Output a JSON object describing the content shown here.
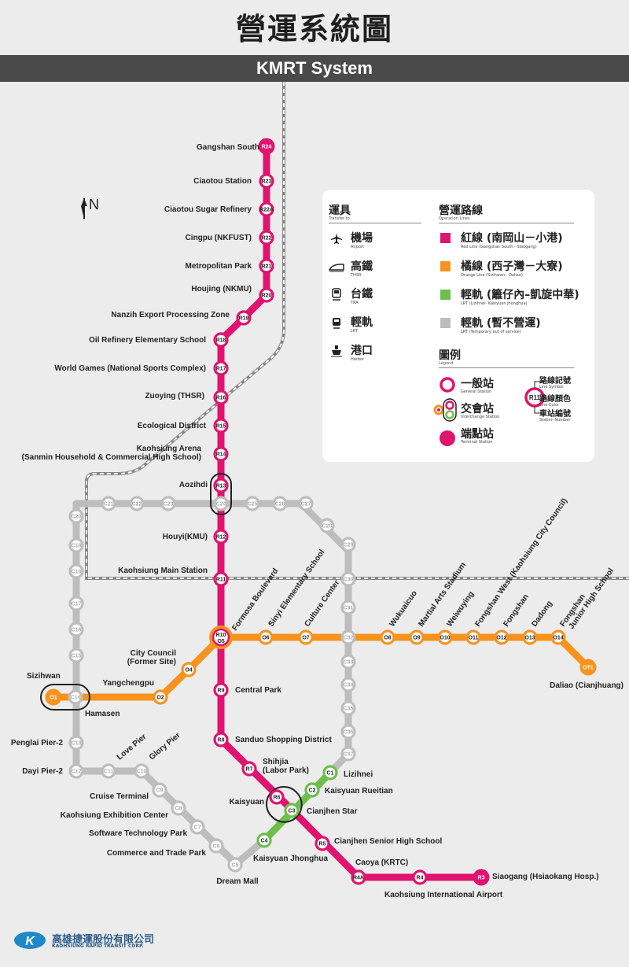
{
  "header": {
    "title": "營運系統圖",
    "subtitle": "KMRT System"
  },
  "north_label": "N",
  "colors": {
    "red": "#e0136f",
    "orange": "#f7931e",
    "green": "#6cc04a",
    "gray": "#bdbdbd",
    "bar": "#4a4a4a",
    "bg": "#ececec"
  },
  "icons": [
    "airport-icon",
    "thsr-icon",
    "tra-icon",
    "lrt-icon",
    "harbor-icon"
  ],
  "legend": {
    "transport_title": "運具",
    "transport_sub": "Transfer to",
    "lines_title": "營運路線",
    "lines_sub": "Operation Lines",
    "transport": [
      {
        "zh": "機場",
        "en": "Airport"
      },
      {
        "zh": "高鐵",
        "en": "THSR"
      },
      {
        "zh": "台鐵",
        "en": "TRA"
      },
      {
        "zh": "輕軌",
        "en": "LRT"
      },
      {
        "zh": "港口",
        "en": "Harbor"
      }
    ],
    "lines": [
      {
        "zh": "紅線 (南岡山－小港)",
        "en": "Red Line (Gangshan South - Siaogang)"
      },
      {
        "zh": "橘線 (西子灣－大寮)",
        "en": "Orange Line (Sizihwan - Daliao)"
      },
      {
        "zh": "輕軌 (籬仔內–凱旋中華)",
        "en": "LRT (Lizihnei- Kaisyuan Jhonghua)"
      },
      {
        "zh": "輕軌 (暫不營運)",
        "en": "LRT (Temporary out of service)"
      }
    ],
    "legend_title": "圖例",
    "legend_sub": "Legend",
    "symbols": [
      {
        "zh": "一般站",
        "en": "General Station"
      },
      {
        "zh": "交會站",
        "en": "Interchange Station"
      },
      {
        "zh": "端點站",
        "en": "Terminal Station"
      }
    ],
    "sample_station": "R11",
    "keys": [
      {
        "zh": "路線記號",
        "en": "Line Symbol"
      },
      {
        "zh": "路線顏色",
        "en": "Line Color"
      },
      {
        "zh": "車站編號",
        "en": "Station Number"
      }
    ]
  },
  "stations": {
    "red": [
      {
        "id": "R24",
        "name": "Gangshan South"
      },
      {
        "id": "R23",
        "name": "Ciaotou Station"
      },
      {
        "id": "R22A",
        "name": "Ciaotou Sugar Refinery"
      },
      {
        "id": "R22",
        "name": "Cingpu (NKFUST)"
      },
      {
        "id": "R21",
        "name": "Metropolitan Park"
      },
      {
        "id": "R20",
        "name": "Houjing (NKMU)"
      },
      {
        "id": "R19",
        "name": "Nanzih Export Processing Zone"
      },
      {
        "id": "R18",
        "name": "Oil Refinery Elementary School"
      },
      {
        "id": "R17",
        "name": "World Games (National Sports Complex)"
      },
      {
        "id": "R16",
        "name": "Zuoying (THSR)"
      },
      {
        "id": "R15",
        "name": "Ecological District"
      },
      {
        "id": "R14",
        "name": "Kaohsiung Arena",
        "name2": "(Sanmin Household & Commercial High School)"
      },
      {
        "id": "R13",
        "name": "Aozihdi"
      },
      {
        "id": "R12",
        "name": "Houyi(KMU)"
      },
      {
        "id": "R11",
        "name": "Kaohsiung Main Station"
      },
      {
        "id": "R10",
        "id2": "O5",
        "name": "Formosa Boulevard"
      },
      {
        "id": "R9",
        "name": "Central Park"
      },
      {
        "id": "R8",
        "name": "Sanduo Shopping District"
      },
      {
        "id": "R7",
        "name": "Shihjia",
        "name2": "(Labor Park)"
      },
      {
        "id": "R6",
        "name": "Kaisyuan"
      },
      {
        "id": "R5",
        "name": "Cianjhen Senior High School"
      },
      {
        "id": "R4A",
        "name": "Caoya (KRTC)"
      },
      {
        "id": "R4",
        "name": "Kaohsiung International Airport"
      },
      {
        "id": "R3",
        "name": "Siaogang (Hsiaokang Hosp.)"
      }
    ],
    "orange": [
      {
        "id": "O1",
        "name": "Sizihwan"
      },
      {
        "id": "O2",
        "name": "Yangchengpu"
      },
      {
        "id": "O4",
        "name": "City Council",
        "name2": "(Former Site)"
      },
      {
        "id": "O6",
        "name": "Sinyi Elementary School"
      },
      {
        "id": "O7",
        "name": "Culture Center"
      },
      {
        "id": "O8",
        "name": "Wukuaicuo"
      },
      {
        "id": "O9",
        "name": "Martial Arts Stadium"
      },
      {
        "id": "O10",
        "name": "Weiwuying"
      },
      {
        "id": "O11",
        "name": "Fongshan West (Kaohsiung City Council)"
      },
      {
        "id": "O12",
        "name": "Fongshan"
      },
      {
        "id": "O13",
        "name": "Dadong"
      },
      {
        "id": "O14",
        "name": "Fongshan",
        "name2": "Junior High School"
      },
      {
        "id": "OT1",
        "name": "Daliao (Cianjhuang)"
      }
    ],
    "lrt": [
      {
        "id": "C14",
        "name": "Hamasen"
      },
      {
        "id": "C13",
        "name": "Penglai Pier-2"
      },
      {
        "id": "C12",
        "name": "Dayi Pier-2"
      },
      {
        "id": "C11",
        "name": "Love Pier"
      },
      {
        "id": "C10",
        "name": "Glory Pier"
      },
      {
        "id": "C9",
        "name": "Cruise Terminal"
      },
      {
        "id": "C8",
        "name": "Kaohsiung Exhibition Center"
      },
      {
        "id": "C7",
        "name": "Software Technology Park"
      },
      {
        "id": "C6",
        "name": "Commerce and Trade Park"
      },
      {
        "id": "C5",
        "name": "Dream Mall"
      },
      {
        "id": "C4",
        "name": "Kaisyuan Jhonghua"
      },
      {
        "id": "C3",
        "name": "Cianjhen Star"
      },
      {
        "id": "C2",
        "name": "Kaisyuan Rueitian"
      },
      {
        "id": "C1",
        "name": "Lizihnei"
      }
    ],
    "lrt_inactive": [
      "C15",
      "C16",
      "C17",
      "C18",
      "C19",
      "C20",
      "C21",
      "C22",
      "C23",
      "C24",
      "C25",
      "C26",
      "C27",
      "C28",
      "C29",
      "C30",
      "C31",
      "C32",
      "C33",
      "C34",
      "C35",
      "C36",
      "C37"
    ]
  },
  "company": {
    "name": "高雄捷運股份有限公司",
    "name_en": "KAOHSIUNG RAPID TRANSIT CORP."
  }
}
